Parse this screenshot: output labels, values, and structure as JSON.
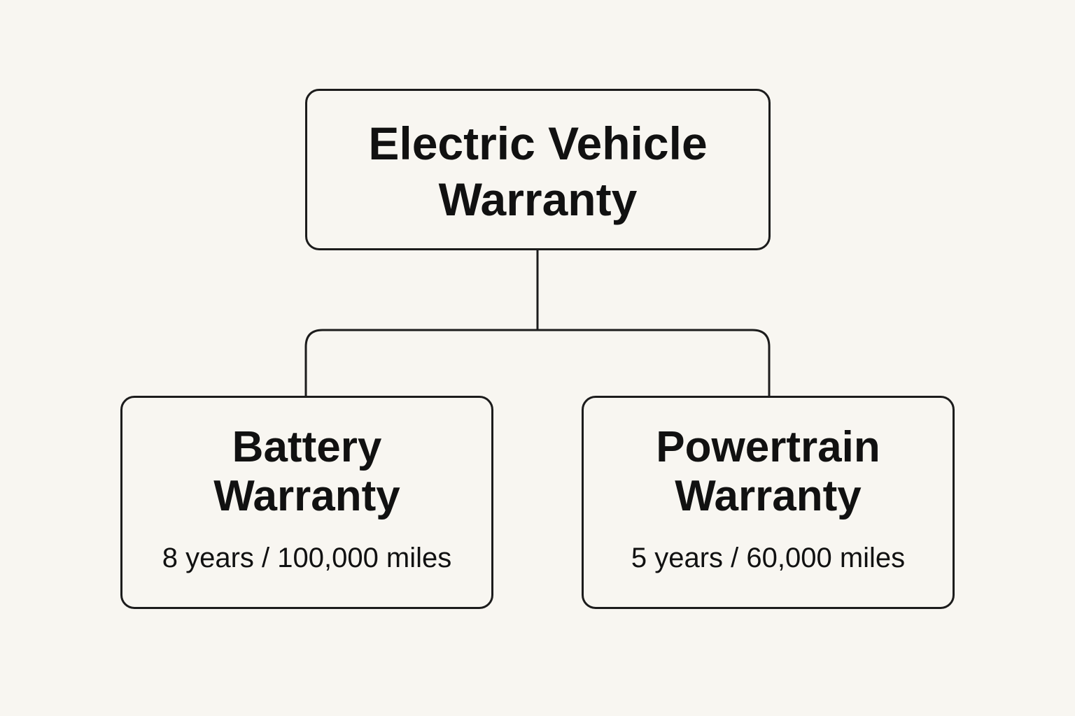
{
  "diagram": {
    "root": {
      "title_line1": "Electric Vehicle",
      "title_line2": "Warranty"
    },
    "children": [
      {
        "title_line1": "Battery",
        "title_line2": "Warranty",
        "coverage": "8 years / 100,000 miles"
      },
      {
        "title_line1": "Powertrain",
        "title_line2": "Warranty",
        "coverage": "5 years / 60,000 miles"
      }
    ]
  },
  "colors": {
    "background": "#f8f6f1",
    "stroke": "#1c1c1c",
    "text": "#111111"
  }
}
